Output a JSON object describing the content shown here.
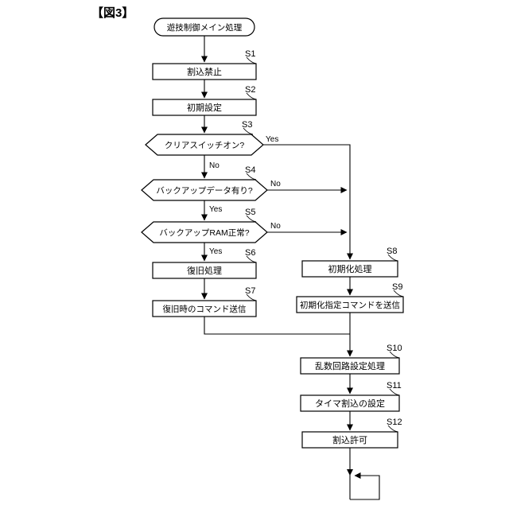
{
  "figure": {
    "caption": "【図3】"
  },
  "flow": {
    "start": {
      "label": "遊技制御メイン処理"
    },
    "s1": {
      "id": "S1",
      "label": "割込禁止"
    },
    "s2": {
      "id": "S2",
      "label": "初期設定"
    },
    "s3": {
      "id": "S3",
      "label": "クリアスイッチオン?",
      "yes": "Yes",
      "no": "No"
    },
    "s4": {
      "id": "S4",
      "label": "バックアップデータ有り?",
      "yes": "Yes",
      "no": "No"
    },
    "s5": {
      "id": "S5",
      "label": "バックアップRAM正常?",
      "yes": "Yes",
      "no": "No"
    },
    "s6": {
      "id": "S6",
      "label": "復旧処理"
    },
    "s7": {
      "id": "S7",
      "label": "復旧時のコマンド送信"
    },
    "s8": {
      "id": "S8",
      "label": "初期化処理"
    },
    "s9": {
      "id": "S9",
      "label": "初期化指定コマンドを送信"
    },
    "s10": {
      "id": "S10",
      "label": "乱数回路設定処理"
    },
    "s11": {
      "id": "S11",
      "label": "タイマ割込の設定"
    },
    "s12": {
      "id": "S12",
      "label": "割込許可"
    }
  }
}
